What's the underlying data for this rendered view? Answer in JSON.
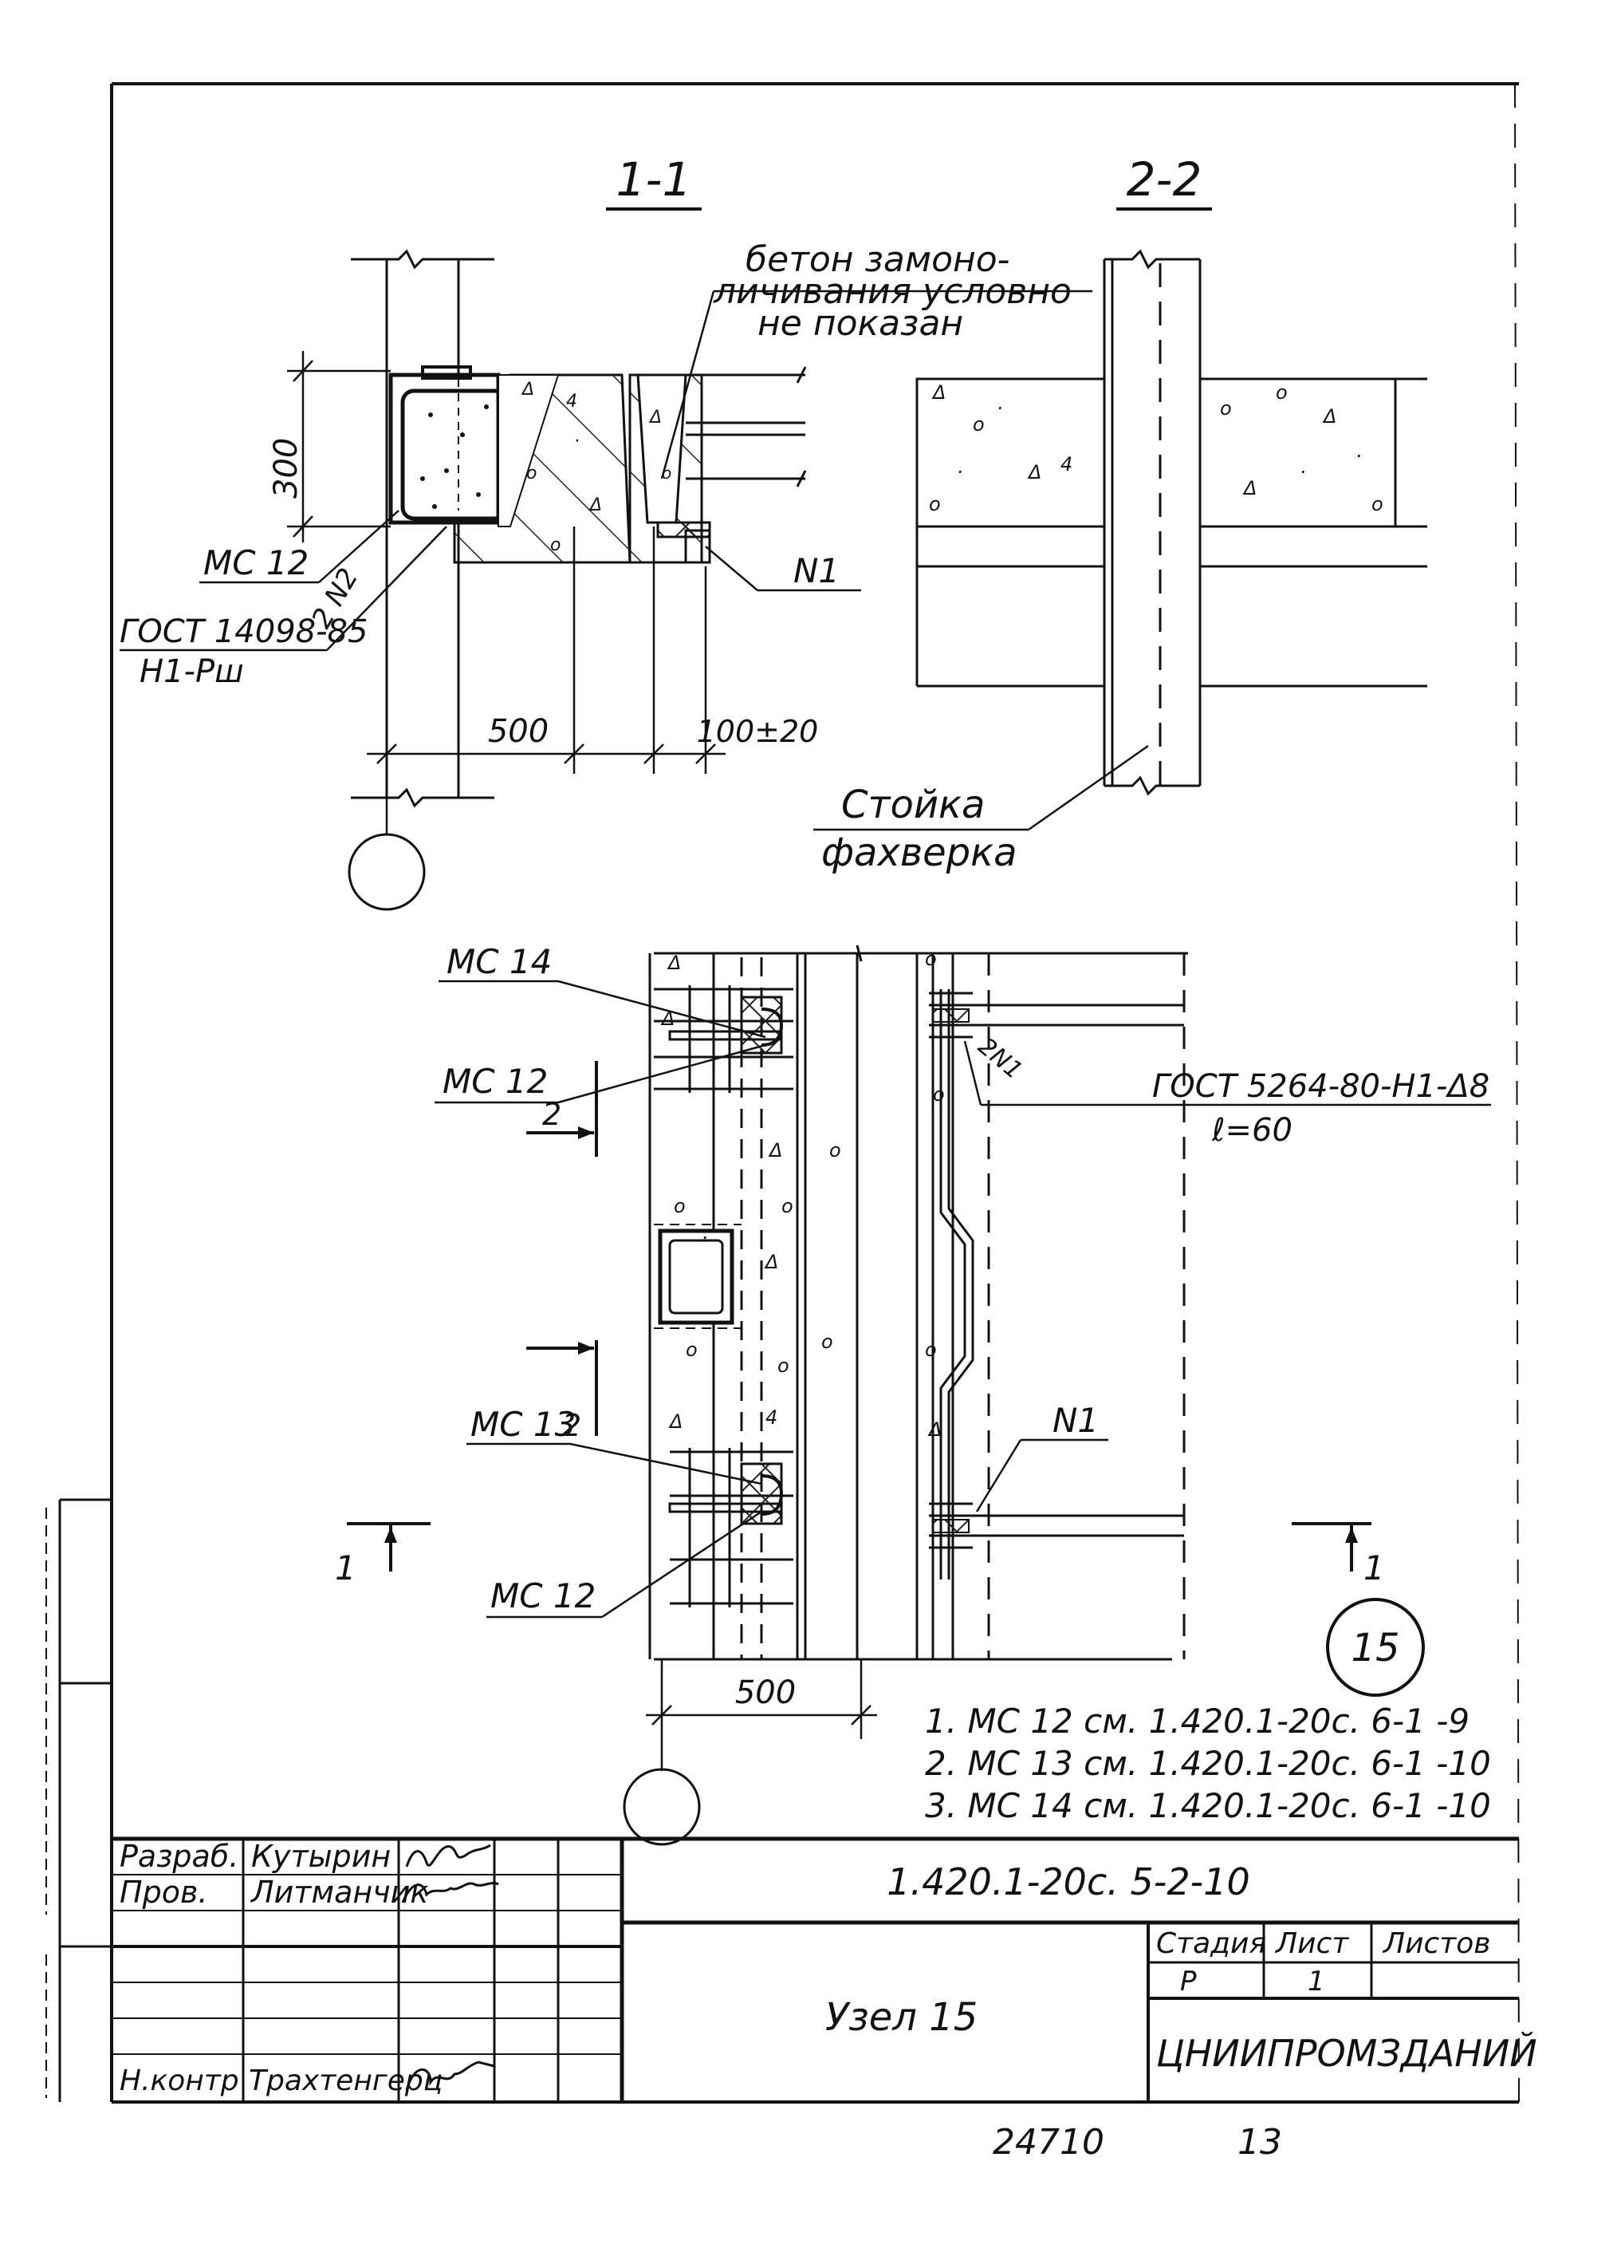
{
  "sections": {
    "sec11": "1-1",
    "sec22": "2-2"
  },
  "notes": {
    "concrete_line1": "бетон замоно-",
    "concrete_line2": "личивания условно",
    "concrete_line3": "не показан",
    "stoika_line1": "Стойка",
    "stoika_line2": "фахверка",
    "gost_weld_a": "ГОСТ 14098-85",
    "gost_weld_b": "Н1-Рш",
    "gost_weld_c": "2 N2",
    "gost_plan_a": "ГОСТ 5264-80-Н1-Δ8",
    "gost_plan_b": "ℓ=60",
    "weld_2n1": "2N1"
  },
  "labels": {
    "mc12_a": "МС 12",
    "mc12_b": "МС 12",
    "mc12_c": "МС 12",
    "mc13": "МС 13",
    "mc14": "МС 14",
    "n1_a": "N1",
    "n1_b": "N1",
    "cut2_top": "2",
    "cut2_bot": "2",
    "cut1_left": "1",
    "cut1_right": "1"
  },
  "dims": {
    "h300": "300",
    "w500_a": "500",
    "w100": "100±20",
    "w500_b": "500"
  },
  "node_number": "15",
  "refs": [
    "1. МС 12 см. 1.420.1-20с. 6-1  -9",
    "2. МС 13 см. 1.420.1-20с. 6-1  -10",
    "3. МС 14 см. 1.420.1-20с. 6-1  -10"
  ],
  "title_block": {
    "role1": "Разраб.",
    "name1": "Кутырин",
    "role2": "Пров.",
    "name2": "Литманчик",
    "role3": "Н.контр",
    "name3": "Трахтенгерц",
    "code": "1.420.1-20с. 5-2-10",
    "title": "Узел  15",
    "stage_hdr": "Стадия",
    "sheet_hdr": "Лист",
    "sheets_hdr": "Листов",
    "stage": "Р",
    "sheet": "1",
    "org": "ЦНИИПРОМЗДАНИЙ"
  },
  "footer": {
    "inv": "24710",
    "page": "13"
  }
}
